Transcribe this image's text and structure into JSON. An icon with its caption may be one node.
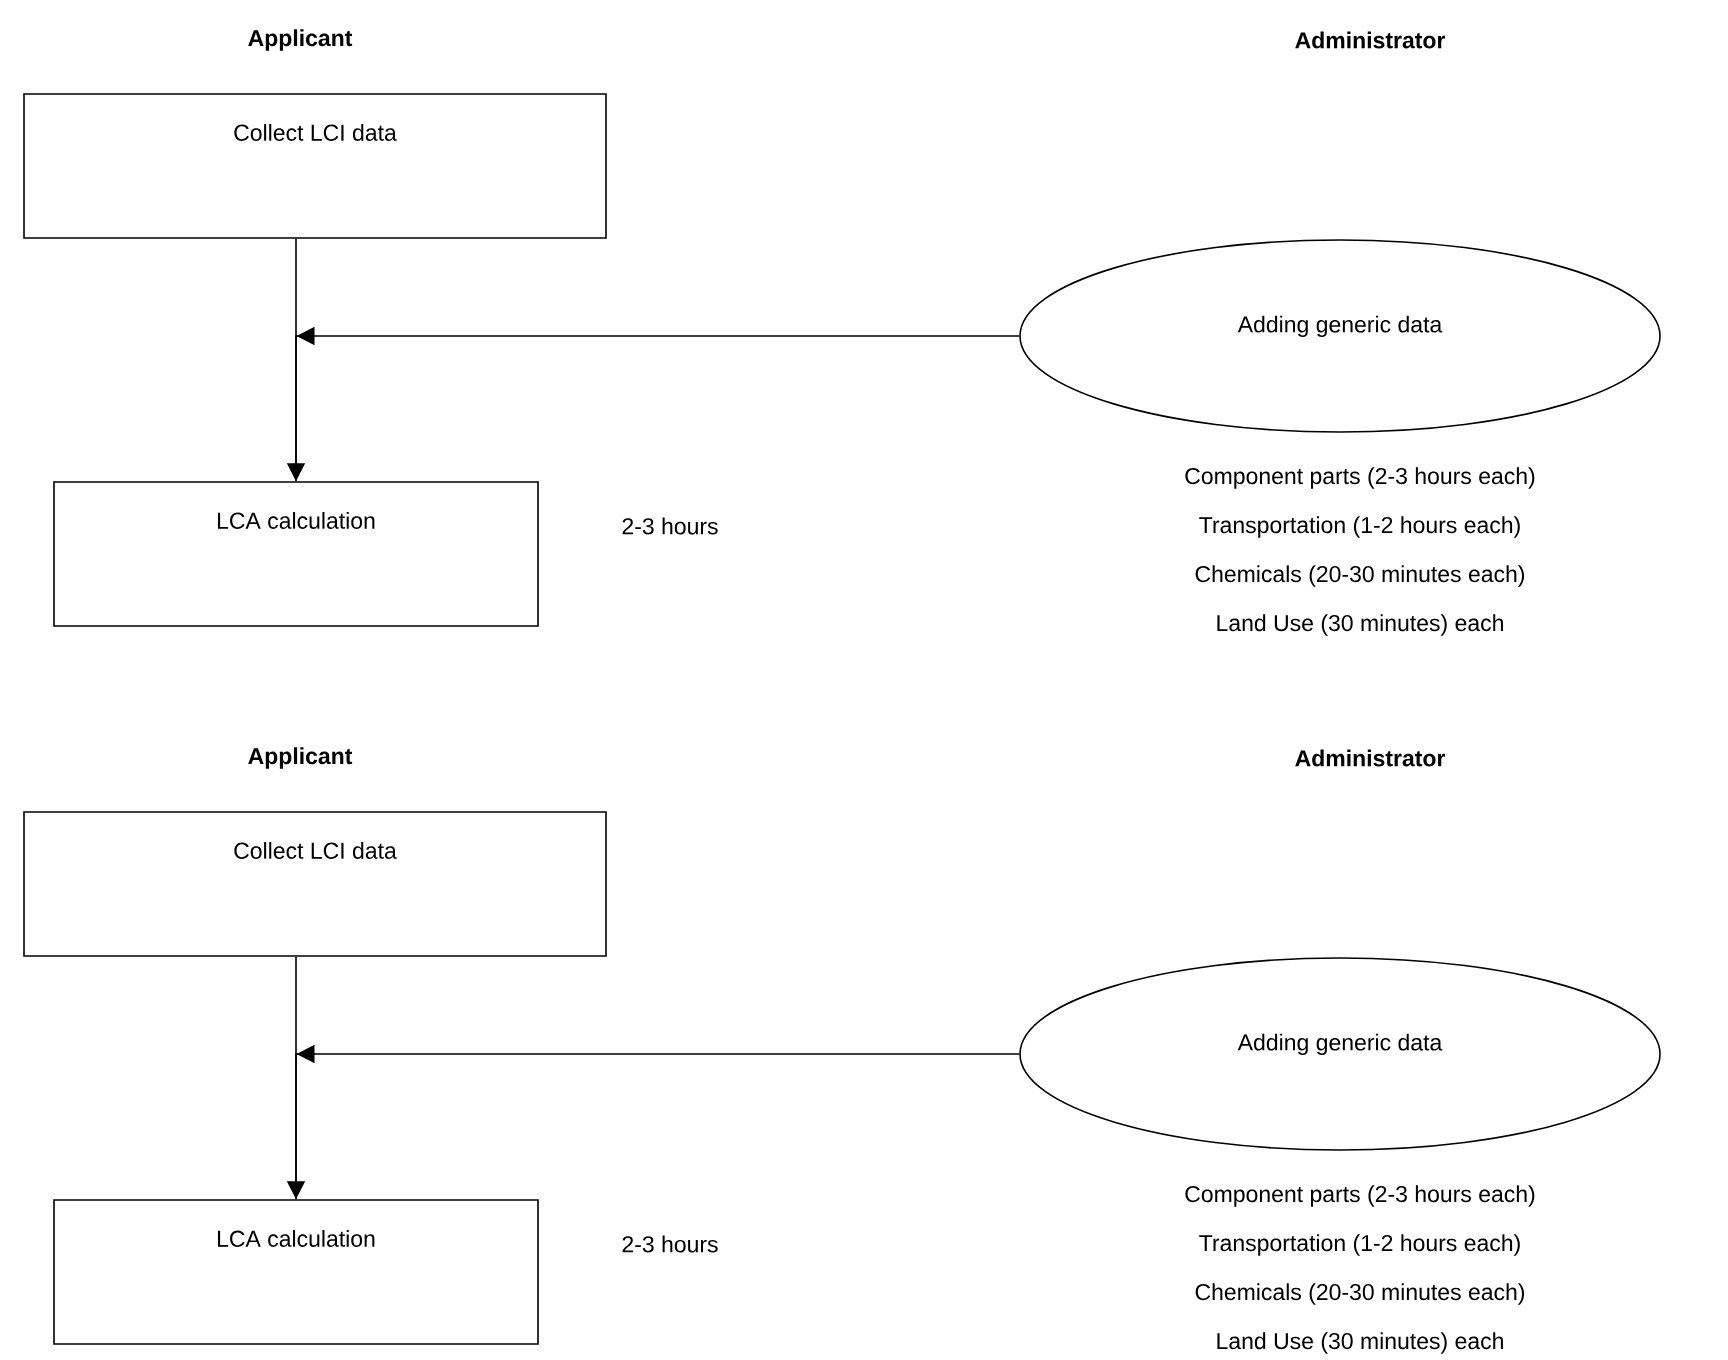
{
  "diagram": {
    "nodes": [
      {
        "text": [
          "Collect LCI data"
        ]
      },
      {
        "text": [
          "Adding generic data"
        ],
        "beside": [
          "Component parts (2-3 hours each)",
          "Transportation (1-2 hours each)",
          "Chemicals (20-30 minutes each)",
          "Land Use (30 minutes) each"
        ]
      },
      {
        "text": [
          "LCA calculation"
        ],
        "beside": [
          "2-3 hours"
        ]
      },
      {
        "text": [
          "Collect LCI data"
        ]
      },
      {
        "text": [
          "Adding generic data"
        ],
        "beside": [
          "Component parts (2-3 hours each)",
          "Transportation (1-2 hours each)",
          "Chemicals (20-30 minutes each)",
          "Land Use (30 minutes) each"
        ]
      },
      {
        "text": [
          "LCA calculation"
        ],
        "beside": [
          "2-3 hours"
        ]
      }
    ],
    "edges": [
      {
        "from": 0,
        "to": 2,
        "arrow": "to"
      },
      {
        "from": 1,
        "to": 2,
        "arrow": "to"
      },
      {
        "from": 3,
        "to": 5,
        "arrow": "to"
      },
      {
        "from": 4,
        "to": 5,
        "arrow": "to"
      }
    ],
    "labels": [
      "Applicant",
      "Administrator",
      "Applicant",
      "Administrator"
    ]
  }
}
